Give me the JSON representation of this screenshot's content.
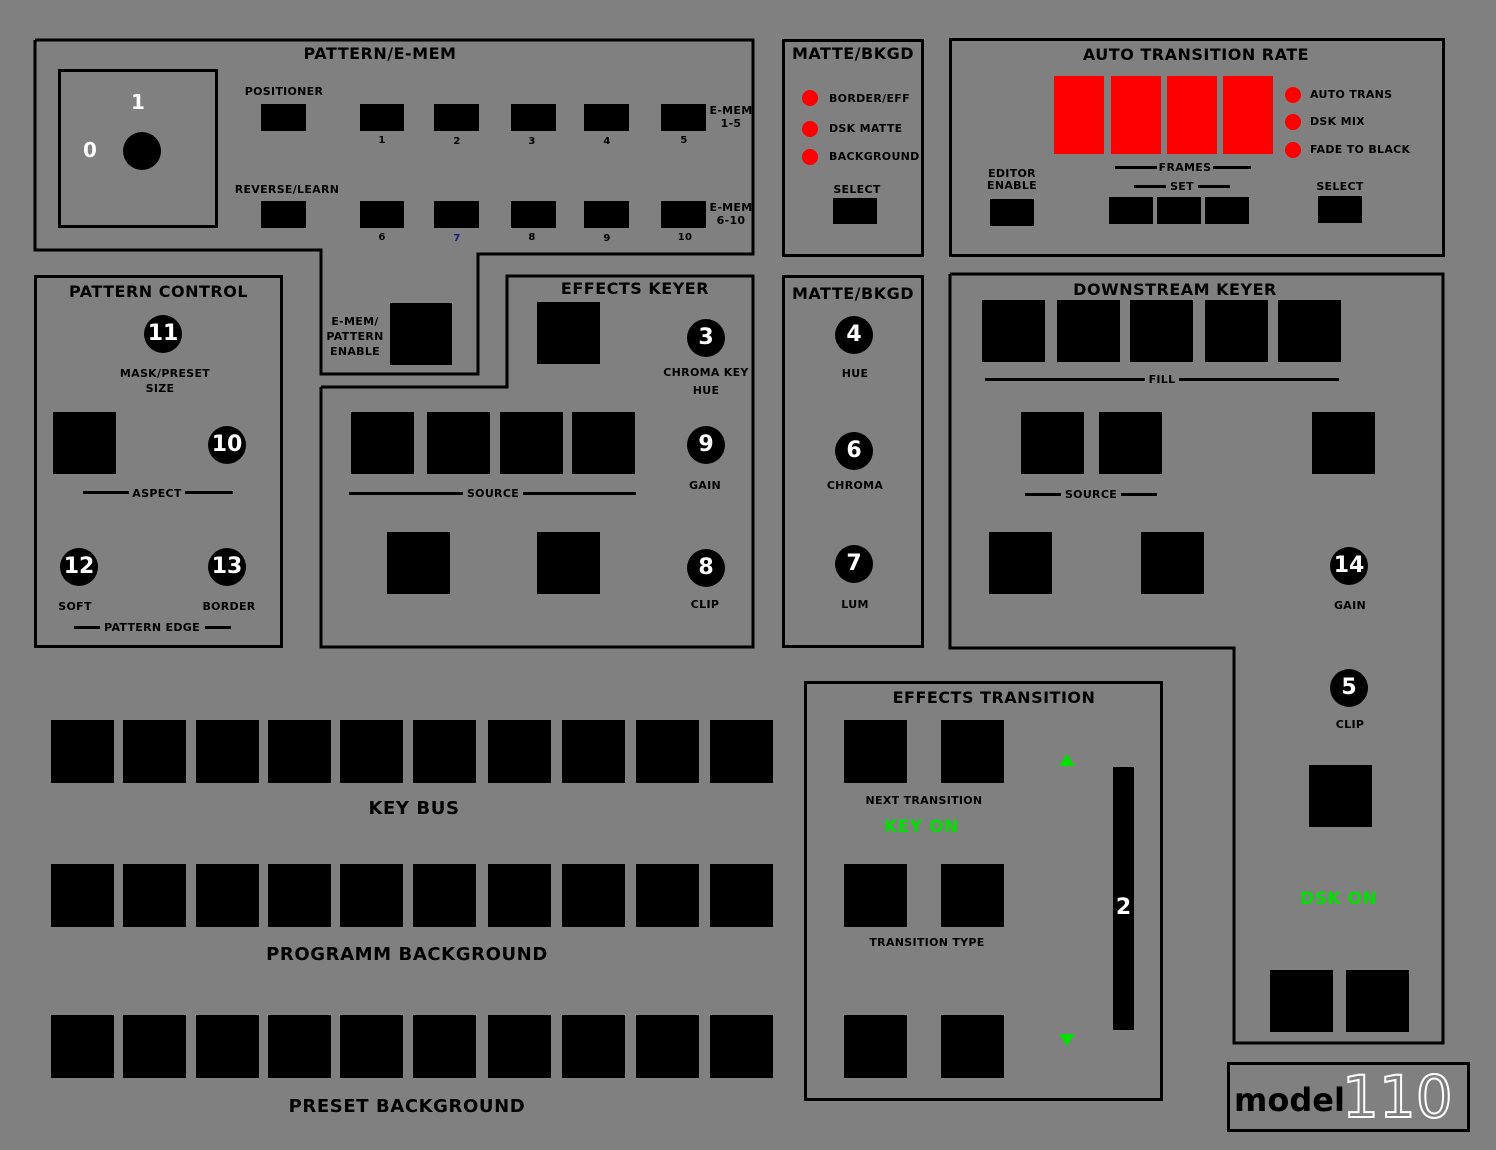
{
  "pattern_emem": {
    "title": "PATTERN/E-MEM",
    "joystick_labels": {
      "top": "1",
      "left": "0"
    },
    "positioner": "POSITIONER",
    "reverse_learn": "REVERSE/LEARN",
    "row1_numbers": [
      "1",
      "2",
      "3",
      "4",
      "5"
    ],
    "row2_numbers": [
      "6",
      "7",
      "8",
      "9",
      "10"
    ],
    "emem_1_5": [
      "E-MEM",
      "1-5"
    ],
    "emem_6_10": [
      "E-MEM",
      "6-10"
    ],
    "emem_pattern_enable": [
      "E-MEM/",
      "PATTERN",
      "ENABLE"
    ]
  },
  "matte_bkgd_top": {
    "title": "MATTE/BKGD",
    "leds": [
      "BORDER/EFF",
      "DSK MATTE",
      "BACKGROUND"
    ],
    "select": "SELECT"
  },
  "auto_transition": {
    "title": "AUTO TRANSITION RATE",
    "leds": [
      "AUTO TRANS",
      "DSK MIX",
      "FADE TO BLACK"
    ],
    "editor_enable": [
      "EDITOR",
      "ENABLE"
    ],
    "frames": "FRAMES",
    "set": "SET",
    "select": "SELECT"
  },
  "pattern_control": {
    "title": "PATTERN CONTROL",
    "knob_mask": "11",
    "mask_label": [
      "MASK/PRESET",
      "SIZE"
    ],
    "knob_aspect": "10",
    "aspect": "ASPECT",
    "knob_soft": "12",
    "knob_border": "13",
    "soft": "SOFT",
    "border": "BORDER",
    "pattern_edge": "PATTERN EDGE"
  },
  "effects_keyer": {
    "title": "EFFECTS KEYER",
    "knob_hue": "3",
    "chroma_key": "CHROMA KEY",
    "hue": "HUE",
    "knob_gain": "9",
    "gain": "GAIN",
    "knob_clip": "8",
    "clip": "CLIP",
    "source": "SOURCE"
  },
  "matte_bkgd_mid": {
    "title": "MATTE/BKGD",
    "knob_hue": "4",
    "hue": "HUE",
    "knob_chroma": "6",
    "chroma": "CHROMA",
    "knob_lum": "7",
    "lum": "LUM"
  },
  "downstream_keyer": {
    "title": "DOWNSTREAM KEYER",
    "fill": "FILL",
    "source": "SOURCE",
    "knob_gain": "14",
    "gain": "GAIN",
    "knob_clip": "5",
    "clip": "CLIP",
    "dsk_on": "DSK ON"
  },
  "effects_transition": {
    "title": "EFFECTS TRANSITION",
    "next_transition": "NEXT TRANSITION",
    "key_on": "KEY ON",
    "transition_type": "TRANSITION TYPE",
    "lever_label": "2"
  },
  "buses": {
    "key_bus": "KEY BUS",
    "program": "PROGRAMM BACKGROUND",
    "preset": "PRESET BACKGROUND"
  },
  "badge": {
    "model": "model",
    "number": "110"
  },
  "colors": {
    "panel_bg": "#808080",
    "led": "#ff0000",
    "indicator": "#00e000"
  }
}
